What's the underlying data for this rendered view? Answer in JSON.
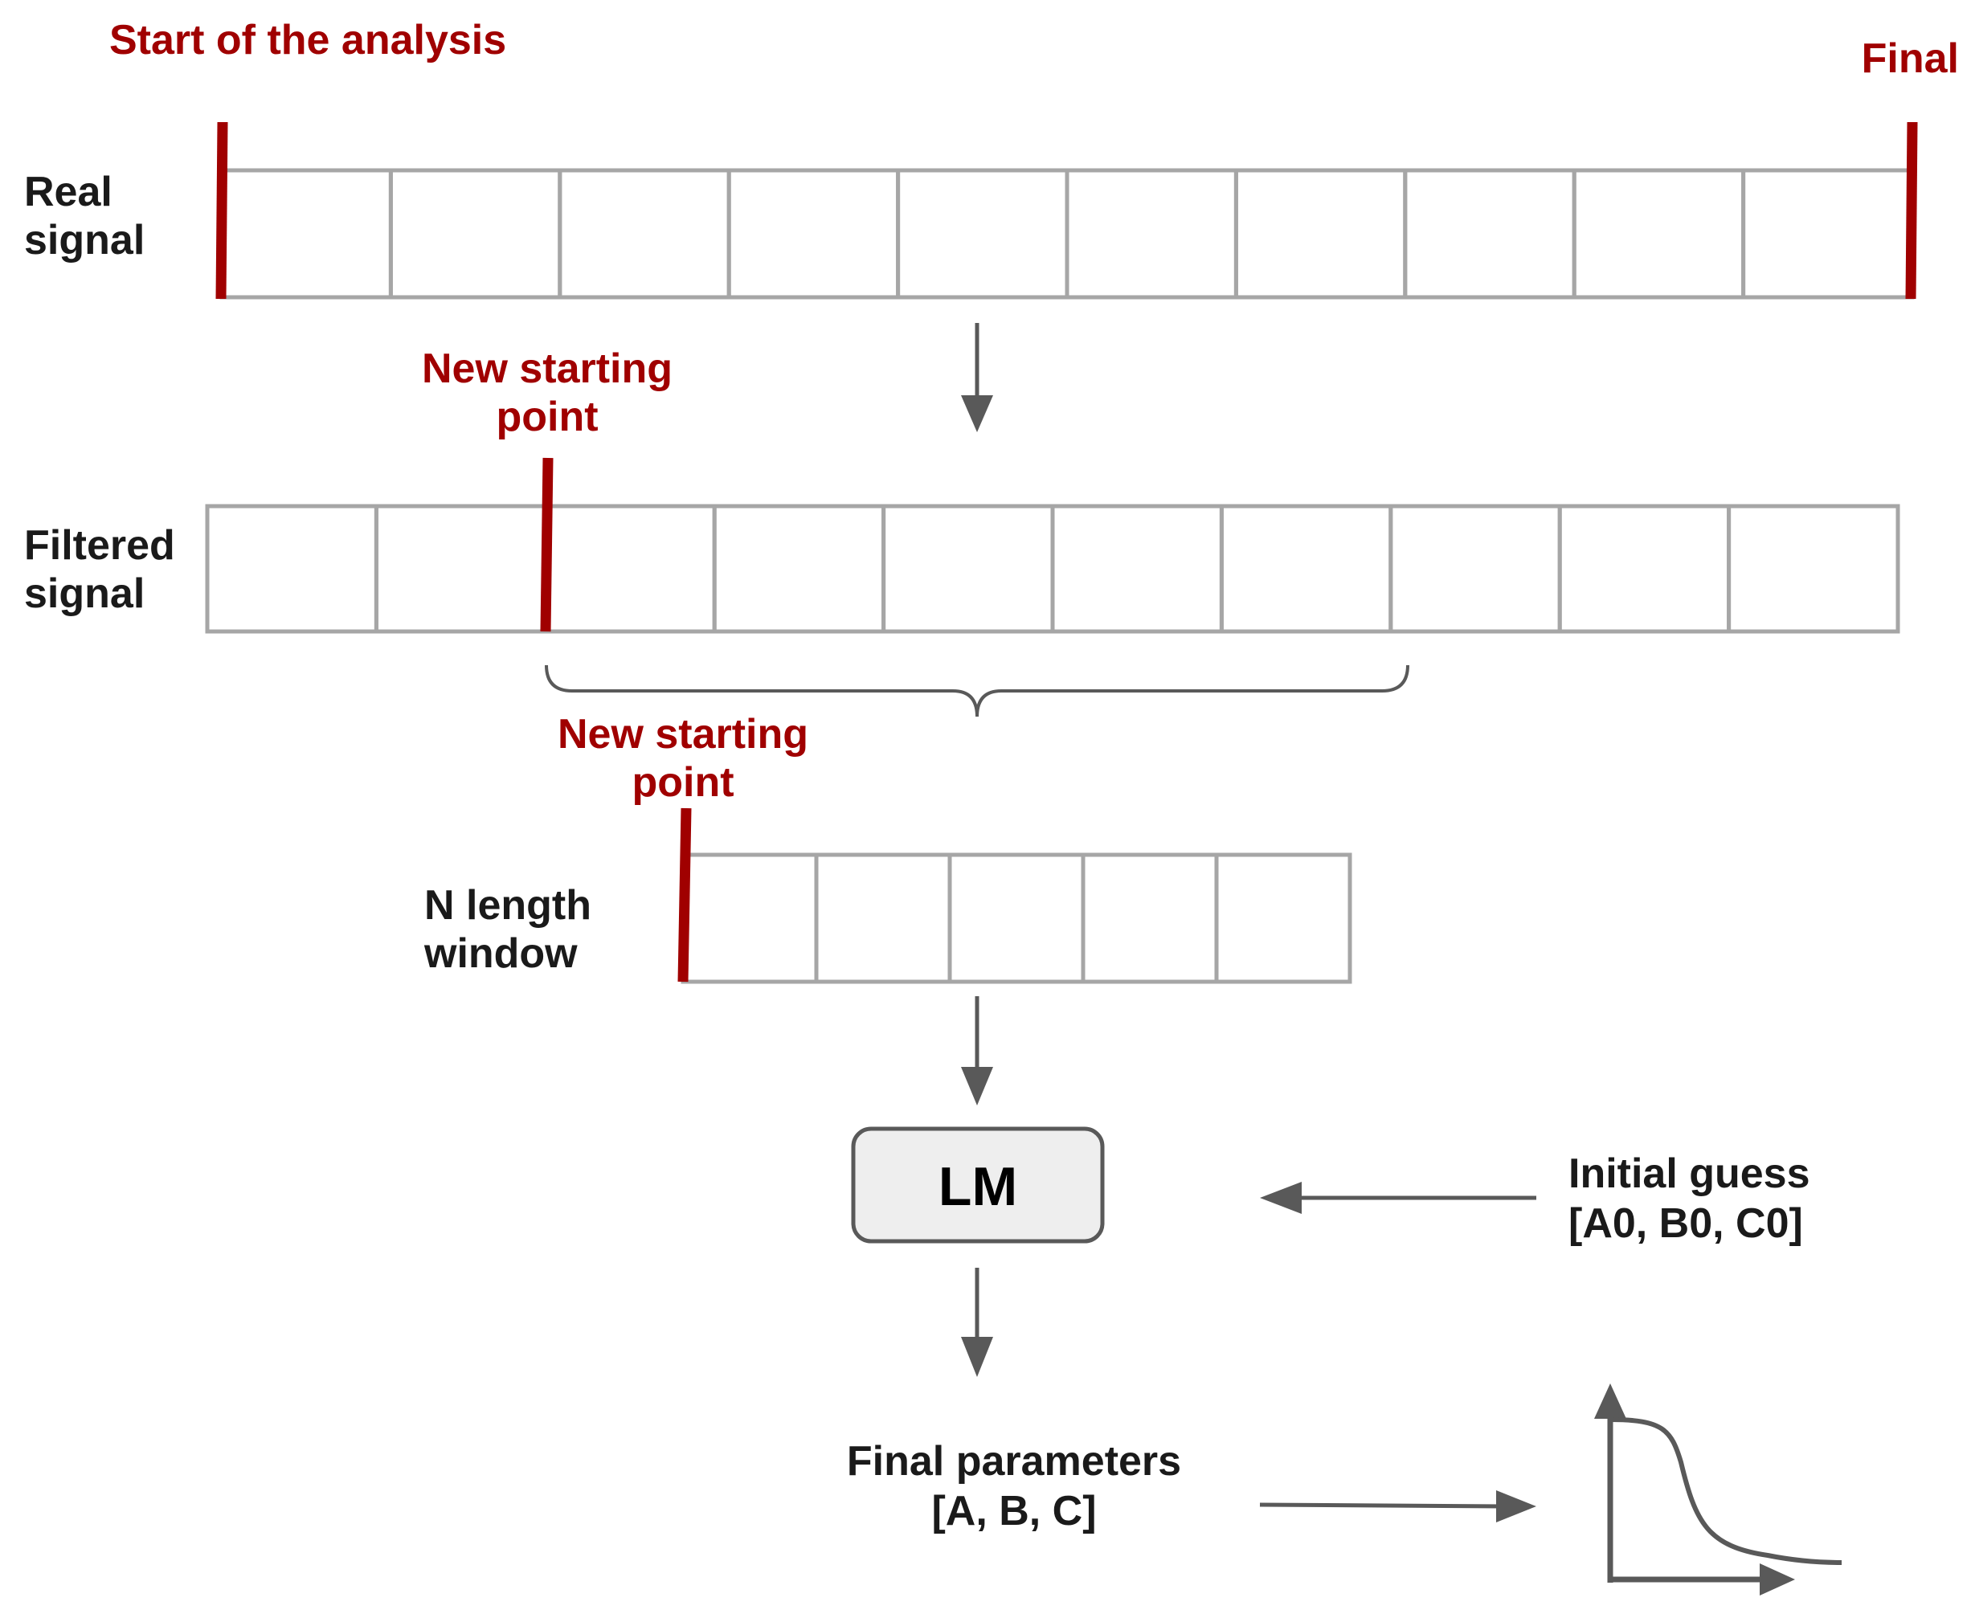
{
  "labels": {
    "start": "Start of the analysis",
    "final": "Final",
    "real_signal": [
      "Real",
      "signal"
    ],
    "filtered_signal": [
      "Filtered",
      "signal"
    ],
    "new_starting_point_1": [
      "New starting",
      "point"
    ],
    "new_starting_point_2": [
      "New starting",
      "point"
    ],
    "n_window": [
      "N length",
      "window"
    ],
    "lm": "LM",
    "initial_guess": [
      "Initial guess",
      "[A0, B0, C0]"
    ],
    "final_params": [
      "Final parameters",
      "[A, B, C]"
    ]
  },
  "rows": {
    "real_signal_cells": 10,
    "filtered_signal_cells": 10,
    "window_cells": 5
  },
  "colors": {
    "marker": "#a00000",
    "cell_border": "#a6a6a6",
    "arrow": "#595959",
    "lm_fill": "#eeeeee",
    "lm_border": "#595959"
  }
}
